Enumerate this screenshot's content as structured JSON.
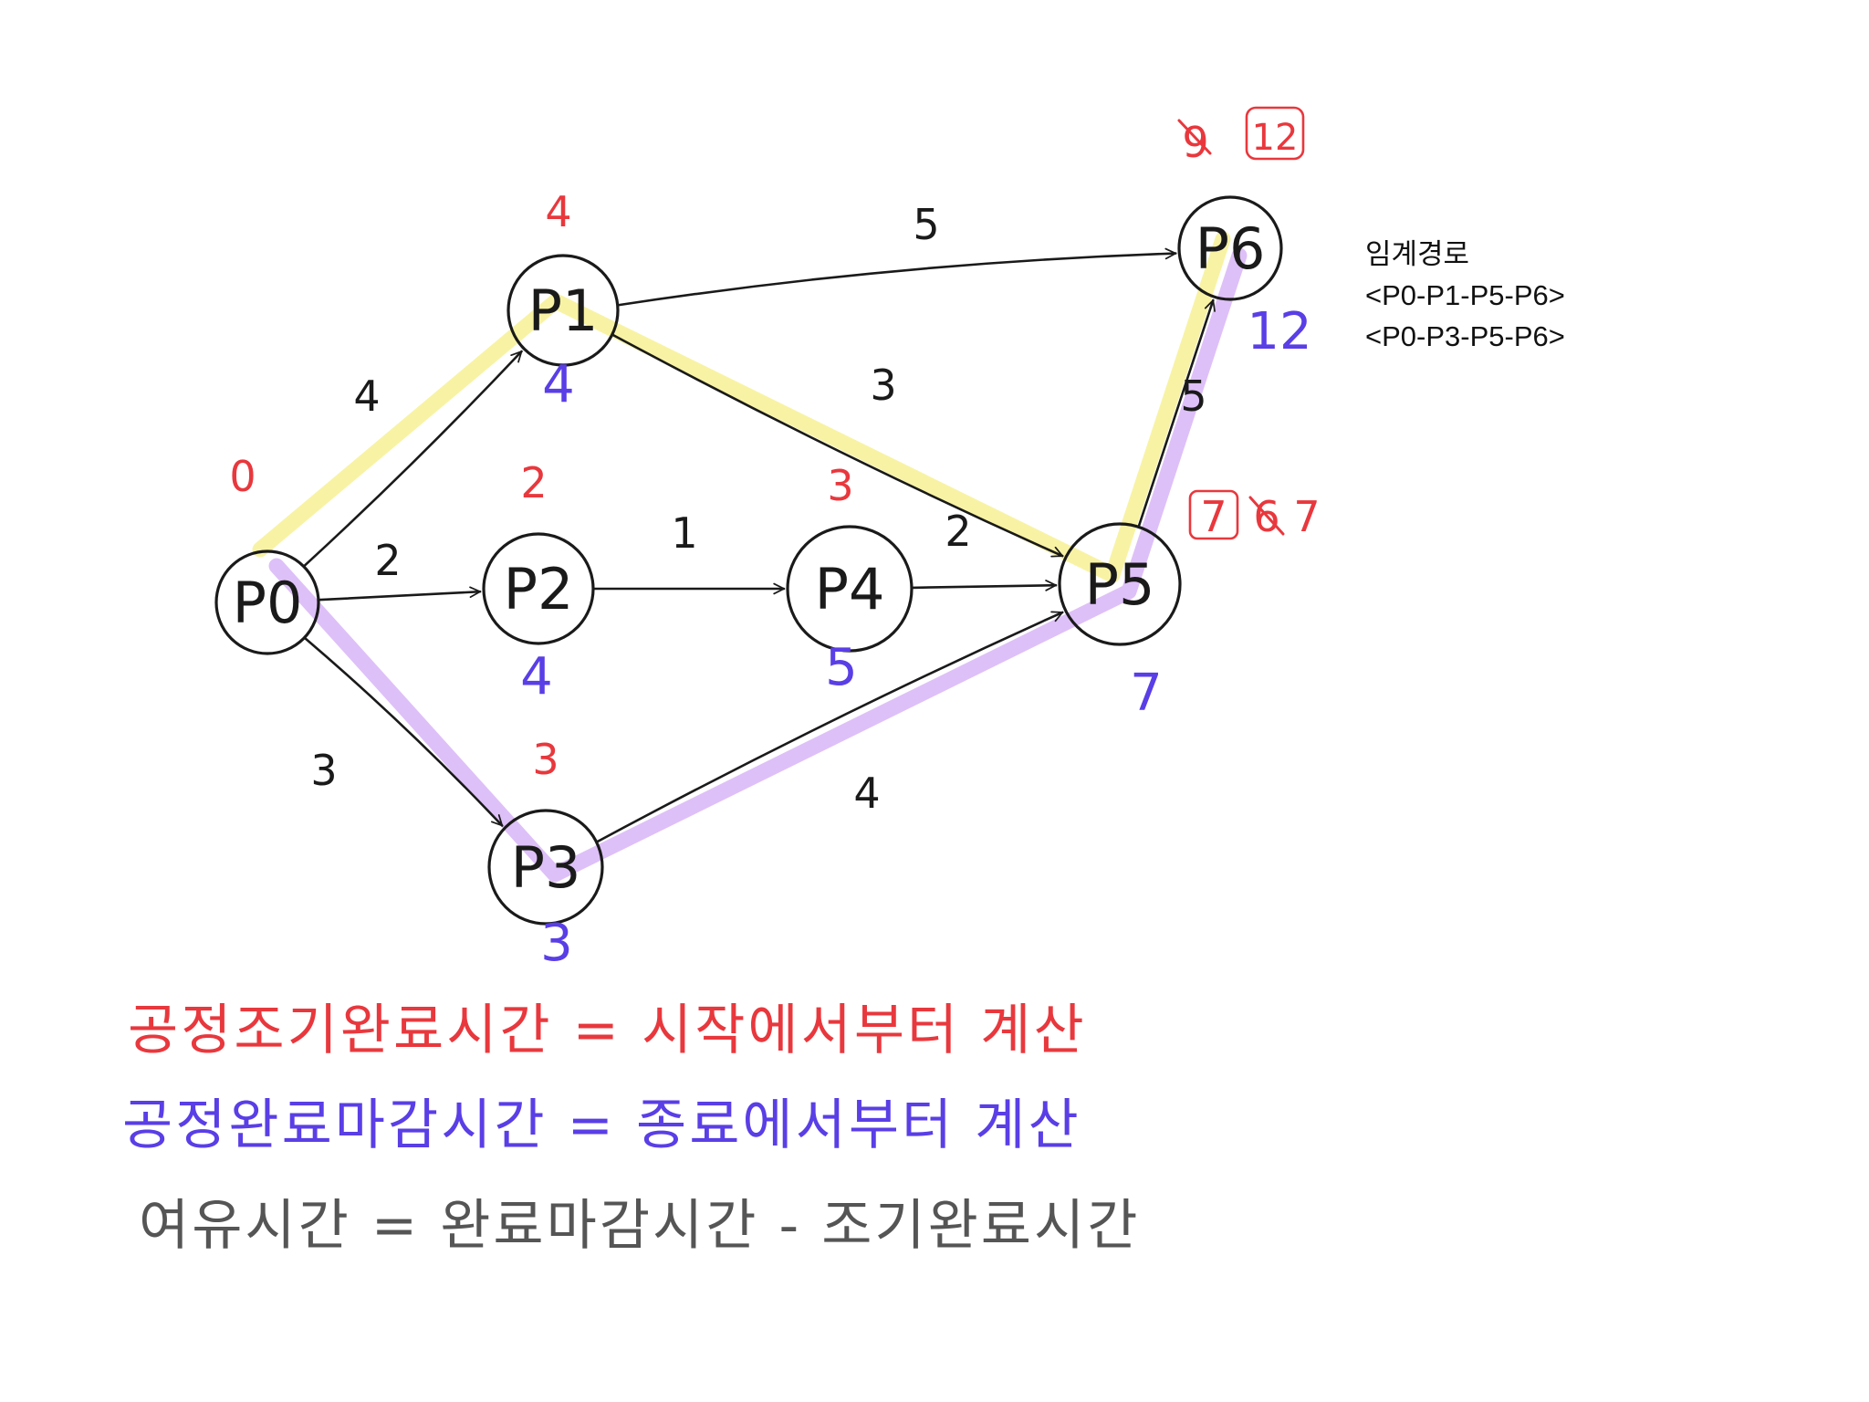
{
  "nodes": [
    {
      "id": "P0",
      "label": "P0",
      "early": "0",
      "late": ""
    },
    {
      "id": "P1",
      "label": "P1",
      "early": "4",
      "late": "4"
    },
    {
      "id": "P2",
      "label": "P2",
      "early": "2",
      "late": "4"
    },
    {
      "id": "P3",
      "label": "P3",
      "early": "3",
      "late": "3"
    },
    {
      "id": "P4",
      "label": "P4",
      "early": "3",
      "late": "5"
    },
    {
      "id": "P5",
      "label": "P5",
      "early": "7",
      "late": "7"
    },
    {
      "id": "P6",
      "label": "P6",
      "early": "12",
      "late": "12"
    }
  ],
  "edges": [
    {
      "from": "P0",
      "to": "P1",
      "weight": "4"
    },
    {
      "from": "P0",
      "to": "P2",
      "weight": "2"
    },
    {
      "from": "P0",
      "to": "P3",
      "weight": "3"
    },
    {
      "from": "P1",
      "to": "P6",
      "weight": "5"
    },
    {
      "from": "P1",
      "to": "P5",
      "weight": "3"
    },
    {
      "from": "P2",
      "to": "P4",
      "weight": "1"
    },
    {
      "from": "P4",
      "to": "P5",
      "weight": "2"
    },
    {
      "from": "P3",
      "to": "P5",
      "weight": "4"
    },
    {
      "from": "P5",
      "to": "P6",
      "weight": "5"
    }
  ],
  "corrections": {
    "P5": {
      "crossed": "6",
      "boxed": "7",
      "extra": "7"
    },
    "P6": {
      "crossed": "9",
      "boxed": "12"
    }
  },
  "critical_paths": {
    "title": "임계경로",
    "paths": [
      "<P0-P1-P5-P6>",
      "<P0-P3-P5-P6>"
    ]
  },
  "highlight_colors": {
    "path1": "#f2ea5a",
    "path2": "#c38df2"
  },
  "notes": {
    "red": "공정조기완료시간 = 시작에서부터 계산",
    "blue": "공정완료마감시간 = 종료에서부터 계산",
    "gray": "여유시간 = 완료마감시간 - 조기완료시간"
  },
  "colors": {
    "early": "#e8383d",
    "late": "#5a3ee6",
    "ink": "#1a1a1a",
    "note_gray": "#555555"
  }
}
